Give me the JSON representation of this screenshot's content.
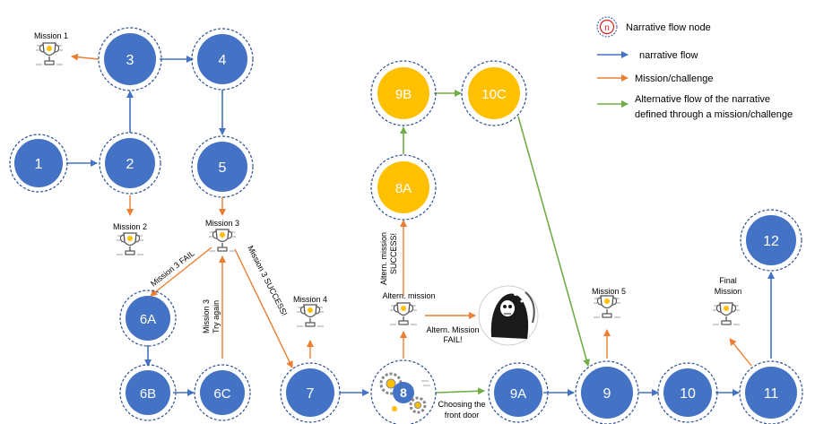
{
  "nodes": {
    "n1": "1",
    "n2": "2",
    "n3": "3",
    "n4": "4",
    "n5": "5",
    "n6a": "6A",
    "n6b": "6B",
    "n6c": "6C",
    "n7": "7",
    "n8": "8",
    "n8a": "8A",
    "n9b": "9B",
    "n10c": "10C",
    "n9a": "9A",
    "n9": "9",
    "n10": "10",
    "n11": "11",
    "n12": "12"
  },
  "missions": {
    "m1": "Mission 1",
    "m2": "Mission 2",
    "m3": "Mission 3",
    "m4": "Mission 4",
    "alt": "Altern. mission",
    "m5": "Mission 5",
    "final1": "Final",
    "final2": "Mission"
  },
  "edge_labels": {
    "m3fail": "Mission 3 FAIL",
    "m3success": "Mission 3 SUCCESS!",
    "try1": "Mission 3",
    "try2": "Try again",
    "altsuccess1": "Altern. mission",
    "altsuccess2": "SUCCESS!",
    "altfail1": "Altern. Mission",
    "altfail2": "FAIL!",
    "door1": "Choosing the",
    "door2": "front door"
  },
  "legend": {
    "node_symbol": "n",
    "node": "Narrative flow node",
    "flow": "narrative flow",
    "mission": "Mission/challenge",
    "alt1": "Alternative flow  of the narrative",
    "alt2": "defined through a mission/challenge"
  },
  "colors": {
    "blue_node": "#4472c4",
    "yellow_node": "#ffc000",
    "blue_arrow": "#4472c4",
    "orange_arrow": "#ed7d31",
    "green_arrow": "#70ad47",
    "red_symbol": "#e02020"
  }
}
